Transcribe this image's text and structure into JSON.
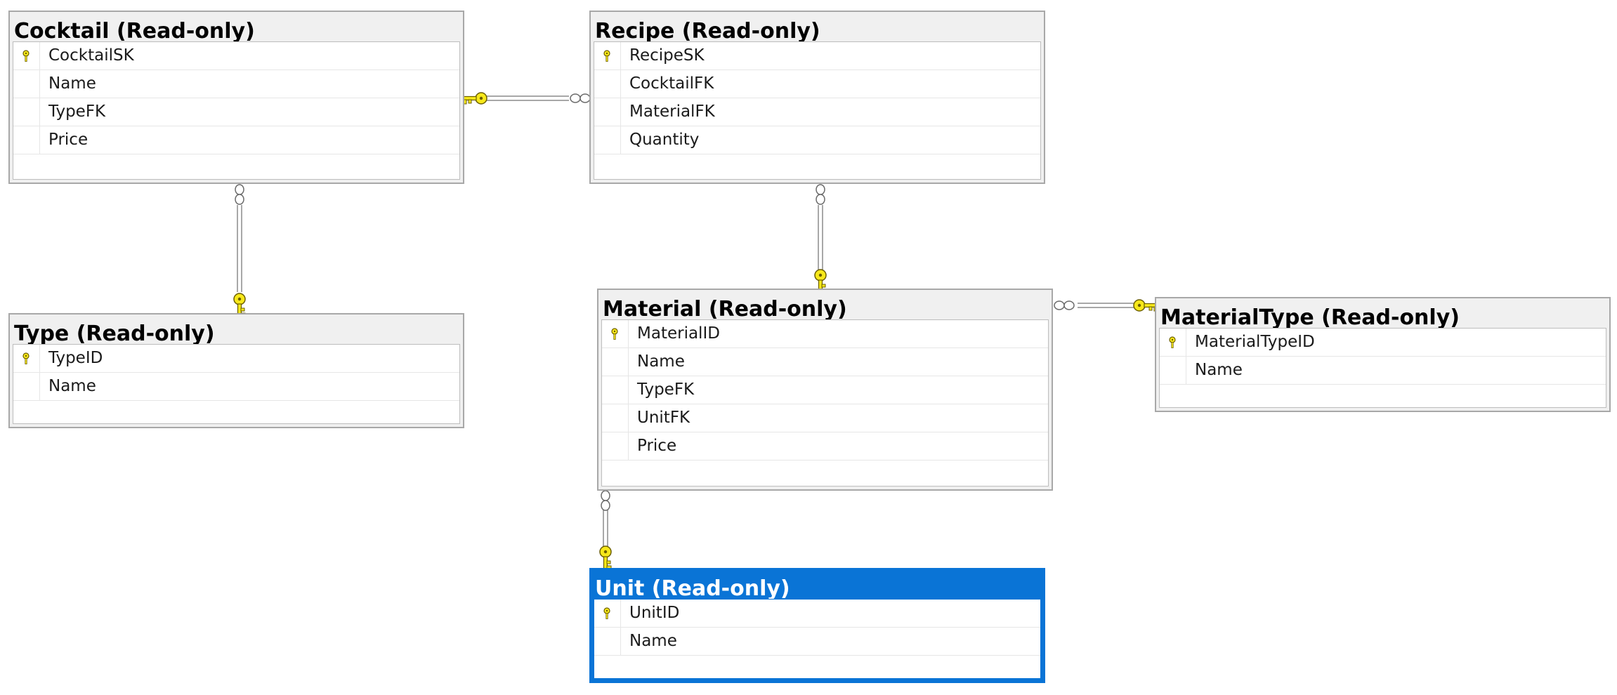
{
  "tables": [
    {
      "id": "cocktail",
      "title": "Cocktail (Read-only)",
      "selected": false,
      "columns": [
        {
          "name": "CocktailSK",
          "pk": true
        },
        {
          "name": "Name",
          "pk": false
        },
        {
          "name": "TypeFK",
          "pk": false
        },
        {
          "name": "Price",
          "pk": false
        }
      ]
    },
    {
      "id": "recipe",
      "title": "Recipe (Read-only)",
      "selected": false,
      "columns": [
        {
          "name": "RecipeSK",
          "pk": true
        },
        {
          "name": "CocktailFK",
          "pk": false
        },
        {
          "name": "MaterialFK",
          "pk": false
        },
        {
          "name": "Quantity",
          "pk": false
        }
      ]
    },
    {
      "id": "type",
      "title": "Type (Read-only)",
      "selected": false,
      "columns": [
        {
          "name": "TypeID",
          "pk": true
        },
        {
          "name": "Name",
          "pk": false
        }
      ]
    },
    {
      "id": "material",
      "title": "Material (Read-only)",
      "selected": false,
      "columns": [
        {
          "name": "MaterialID",
          "pk": true
        },
        {
          "name": "Name",
          "pk": false
        },
        {
          "name": "TypeFK",
          "pk": false
        },
        {
          "name": "UnitFK",
          "pk": false
        },
        {
          "name": "Price",
          "pk": false
        }
      ]
    },
    {
      "id": "materialtype",
      "title": "MaterialType (Read-only)",
      "selected": false,
      "columns": [
        {
          "name": "MaterialTypeID",
          "pk": true
        },
        {
          "name": "Name",
          "pk": false
        }
      ]
    },
    {
      "id": "unit",
      "title": "Unit (Read-only)",
      "selected": true,
      "columns": [
        {
          "name": "UnitID",
          "pk": true
        },
        {
          "name": "Name",
          "pk": false
        }
      ]
    }
  ],
  "relationships": [
    {
      "one": "cocktail",
      "many": "recipe"
    },
    {
      "one": "type",
      "many": "cocktail"
    },
    {
      "one": "material",
      "many": "recipe"
    },
    {
      "one": "materialtype",
      "many": "material"
    },
    {
      "one": "unit",
      "many": "material"
    }
  ],
  "colors": {
    "key_fill": "#f7e81a",
    "key_stroke": "#6b5e00",
    "selected_header": "#0a74d6",
    "table_border": "#a8a8a8",
    "connector": "#7a7a7a"
  },
  "icons": {
    "primary_key": "key-icon",
    "one_end": "key-icon",
    "many_end": "infinity-icon"
  }
}
